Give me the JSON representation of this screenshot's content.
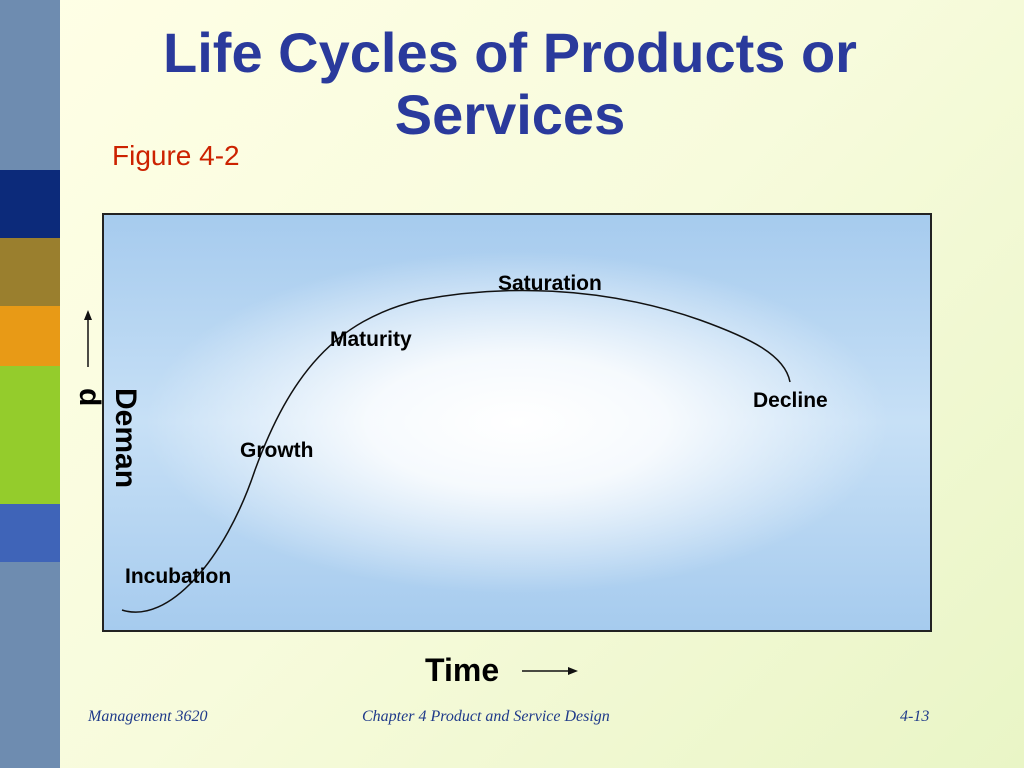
{
  "slide": {
    "title_line1": "Life Cycles of Products or",
    "title_line2": "Services",
    "figure_label": "Figure 4-2",
    "colors": {
      "title": "#2a3a9c",
      "figure_label": "#cc2200",
      "footer": "#1f3a8a"
    }
  },
  "side_bar_colors": [
    "#6e8cb0",
    "#0c2a7a",
    "#9a7f2e",
    "#e89a16",
    "#94cc2c",
    "#3f64b8",
    "#6e8cb0"
  ],
  "diagram": {
    "stages": [
      "Incubation",
      "Growth",
      "Maturity",
      "Saturation",
      "Decline"
    ],
    "y_axis_label": "Deman d",
    "x_axis_label": "Time"
  },
  "footer": {
    "course": "Management 3620",
    "chapter": "Chapter 4 Product and Service Design",
    "page": "4-13"
  }
}
